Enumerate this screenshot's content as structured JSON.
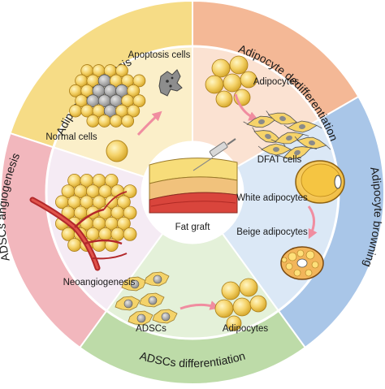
{
  "center": {
    "label": "Fat graft"
  },
  "segments": [
    {
      "id": "apoptosis",
      "ring_title": "Adipocyte apoptosis",
      "color": "#f6dc86",
      "inner_color": "#fbefc9",
      "labels": {
        "top": "Apoptosis cells",
        "bottom": "Normal cells"
      }
    },
    {
      "id": "dedifferentiation",
      "ring_title": "Adipocyte dedifferentiation",
      "color": "#f4b896",
      "inner_color": "#fbe2d2",
      "labels": {
        "top": "Adipocytes",
        "bottom": "DFAT cells"
      }
    },
    {
      "id": "browning",
      "ring_title": "Adipocyte browning",
      "color": "#a9c6e8",
      "inner_color": "#dbe8f6",
      "labels": {
        "top": "White adipocytes",
        "bottom": "Beige adipocytes"
      }
    },
    {
      "id": "differentiation",
      "ring_title": "ADSCs differentiation",
      "color": "#bddba8",
      "inner_color": "#e4f1d9",
      "labels": {
        "left": "ADSCs",
        "right": "Adipocytes"
      }
    },
    {
      "id": "angiogenesis",
      "ring_title": "ADSCs angiogenesis",
      "color": "#f2b7bd",
      "inner_color": "#f5ebf4",
      "labels": {
        "bottom": "Neoangiogenesis"
      }
    }
  ],
  "icons": [
    "fat-cell-icon",
    "apoptotic-cell-icon",
    "dfat-cell-icon",
    "syringe-icon",
    "blood-vessel-icon",
    "adsc-cell-icon",
    "beige-adipocyte-icon",
    "white-adipocyte-icon",
    "arrow-icon"
  ]
}
